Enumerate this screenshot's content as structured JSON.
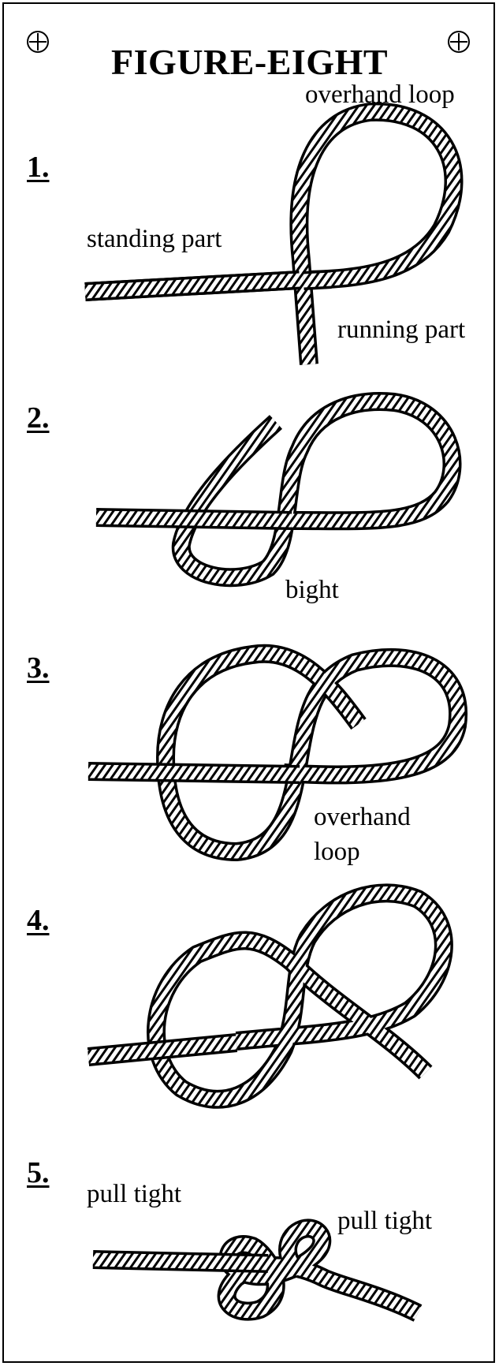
{
  "title": "FIGURE-EIGHT",
  "steps": [
    {
      "number": "1.",
      "labels": {
        "a": "overhand loop",
        "b": "standing part",
        "c": "running part"
      }
    },
    {
      "number": "2.",
      "labels": {
        "a": "bight"
      }
    },
    {
      "number": "3.",
      "labels": {
        "a": "overhand",
        "b": "loop"
      }
    },
    {
      "number": "4.",
      "labels": {}
    },
    {
      "number": "5.",
      "labels": {
        "a": "pull tight",
        "b": "pull tight"
      }
    }
  ],
  "icons": [
    "punch-hole-icon",
    "punch-hole-icon"
  ]
}
